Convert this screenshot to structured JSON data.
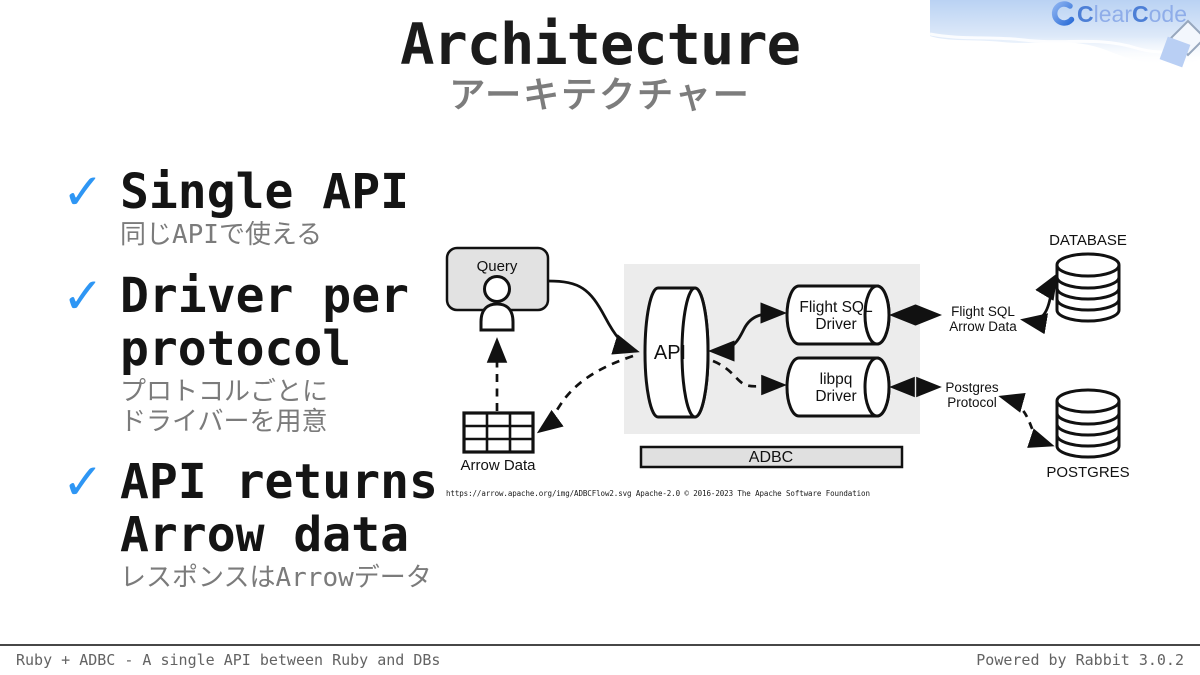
{
  "slide": {
    "title": "Architecture",
    "subtitle": "アーキテクチャー",
    "bullets": [
      {
        "check": "✓",
        "line1": "Single API",
        "line2": "",
        "note1": "同じAPIで使える",
        "note2": ""
      },
      {
        "check": "✓",
        "line1": "Driver per",
        "line2": "protocol",
        "note1": "プロトコルごとに",
        "note2": "ドライバーを用意"
      },
      {
        "check": "✓",
        "line1": "API returns",
        "line2": "Arrow data",
        "note1": "レスポンスはArrowデータ",
        "note2": ""
      }
    ]
  },
  "logo": {
    "c1": "C",
    "part1": "lear",
    "c2": "C",
    "part2": "ode"
  },
  "diagram": {
    "query_label": "Query",
    "arrow_data_label": "Arrow Data",
    "api_label": "API",
    "flight_driver_line1": "Flight SQL",
    "flight_driver_line2": "Driver",
    "libpq_driver_line1": "libpq",
    "libpq_driver_line2": "Driver",
    "adbc_label": "ADBC",
    "database_label": "DATABASE",
    "postgres_label": "POSTGRES",
    "flight_protocol_line1": "Flight SQL",
    "flight_protocol_line2": "Arrow Data",
    "pg_protocol_line1": "Postgres",
    "pg_protocol_line2": "Protocol",
    "attribution": "https://arrow.apache.org/img/ADBCFlow2.svg Apache-2.0 © 2016-2023 The Apache Software Foundation"
  },
  "footer": {
    "left": "Ruby + ADBC - A single API between Ruby and DBs",
    "right": "Powered by Rabbit 3.0.2"
  },
  "colors": {
    "check_blue": "#2e96f4",
    "logo_blue": "#8fade9",
    "logo_blue_dark": "#4d7fd6",
    "subtitle_gray": "#7c7c7c"
  }
}
